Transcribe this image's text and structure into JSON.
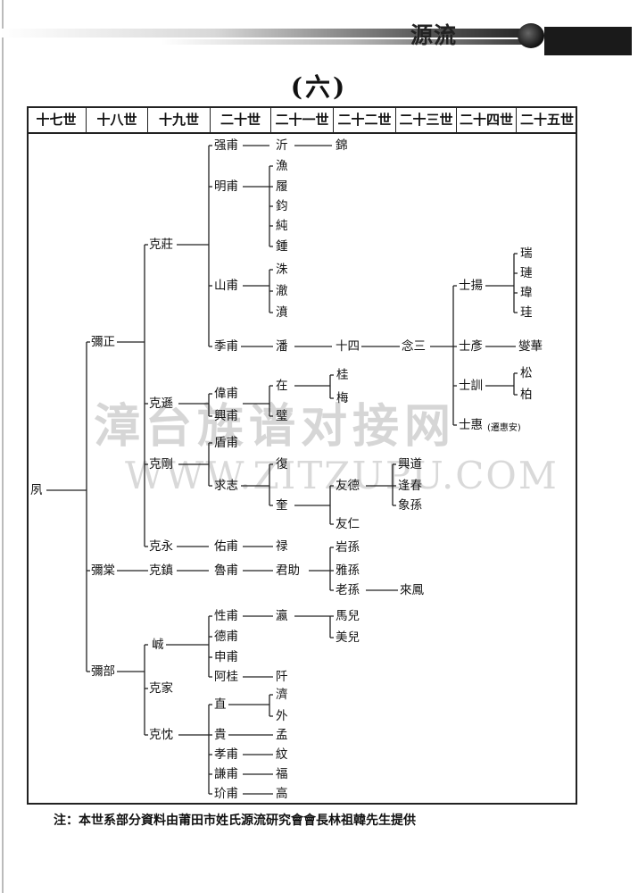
{
  "section_number": "(六)",
  "brand": "源流",
  "generations": [
    "十七世",
    "十八世",
    "十九世",
    "二十世",
    "二十一世",
    "二十二世",
    "二十三世",
    "二十四世",
    "二十五世"
  ],
  "watermark": {
    "cn": "漳台族谱对接网",
    "en": "WWW.ZITZUPU.COM"
  },
  "footnote": "注：本世系部分資料由莆田市姓氏源流研究會會長林祖韓先生提供",
  "names": {
    "fengs": "夙",
    "mizheng": "彌正",
    "miye": "彌棠",
    "mibu": "彌部",
    "kezhuang": "克莊",
    "kexun": "克遜",
    "kegang": "克剛",
    "keyong": "克永",
    "kezhen": "克鎮",
    "kehuo": "峸",
    "kejia": "克家",
    "kechen": "克忱",
    "qiangfu": "强甫",
    "mingfu": "明甫",
    "shanfu": "山甫",
    "jifu": "季甫",
    "weifu": "偉甫",
    "xingfu": "興甫",
    "dunfu": "盾甫",
    "qiuzhi": "求志",
    "youfu": "佑甫",
    "lufu": "魯甫",
    "xingfu2": "性甫",
    "defu": "德甫",
    "shenfu": "申甫",
    "agui": "阿桂",
    "zhi": "直",
    "gui": "貴",
    "xiaofu": "孝甫",
    "qianfu": "謙甫",
    "jiefu": "玠甫",
    "yi": "沂",
    "yu": "漁",
    "lu": "履",
    "jun": "鈞",
    "chun": "純",
    "zhong": "鍾",
    "zhu": "洙",
    "che": "澈",
    "fen": "濆",
    "pan": "潘",
    "zai": "在",
    "bi": "璧",
    "fu": "復",
    "kui": "奎",
    "lu2": "禄",
    "junzhu": "君助",
    "ying": "瀛",
    "qian": "阡",
    "ji": "濟",
    "wai": "外",
    "meng": "孟",
    "wen": "紋",
    "fuk": "福",
    "gao": "高",
    "jin": "錦",
    "shisi": "十四",
    "guigui": "桂",
    "mei": "梅",
    "youde": "友德",
    "youren": "友仁",
    "yansun": "岩孫",
    "yasun": "雅孫",
    "laosun": "老孫",
    "maer": "馬兒",
    "meier": "美兒",
    "niansan": "念三",
    "xingdao": "興道",
    "fengchun": "逢春",
    "xiangsun": "象孫",
    "laifeng": "來鳳",
    "shiyang": "士揚",
    "shiyan": "士彥",
    "shixun": "士訓",
    "shihui": "士惠",
    "shihui_note": "(遷惠安)",
    "rui": "瑞",
    "lian": "璉",
    "wei": "瑋",
    "guistone": "珪",
    "xiehua": "燮華",
    "song": "松",
    "bai": "柏"
  }
}
